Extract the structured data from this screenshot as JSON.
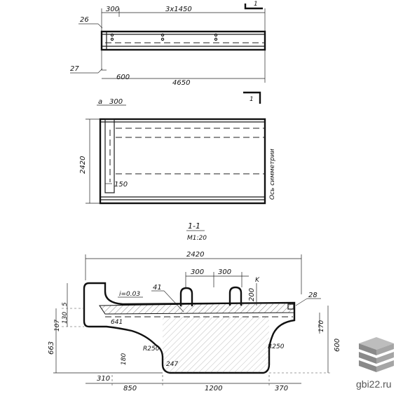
{
  "top_view": {
    "dim_300": "300",
    "dim_span": "3x1450",
    "dim_600": "600",
    "dim_length": "4650",
    "callout_26": "26",
    "callout_27": "27",
    "section_mark": "1"
  },
  "plan_view": {
    "dim_a": "a",
    "dim_300": "300",
    "dim_2420": "2420",
    "dim_150": "150",
    "axis_label": "Ось симметрии",
    "section_mark": "1"
  },
  "section": {
    "title": "1-1",
    "scale": "M1:20",
    "dim_2420": "2420",
    "dim_300_a": "300",
    "dim_300_b": "300",
    "slope": "i=0.03",
    "callout_41": "41",
    "callout_28": "28",
    "dim_200": "200",
    "dim_k": "K",
    "dim_641": "641",
    "dim_5": "5",
    "dim_130": "130",
    "dim_107": "107",
    "dim_663": "663",
    "dim_170": "170",
    "dim_600": "600",
    "r250_left": "R250",
    "r250_right": "R250",
    "dim_180": "180",
    "dim_247": "247",
    "dim_310": "310",
    "dim_850": "850",
    "dim_1200": "1200",
    "dim_370": "370"
  },
  "watermark": {
    "text": "gbi22.ru"
  }
}
